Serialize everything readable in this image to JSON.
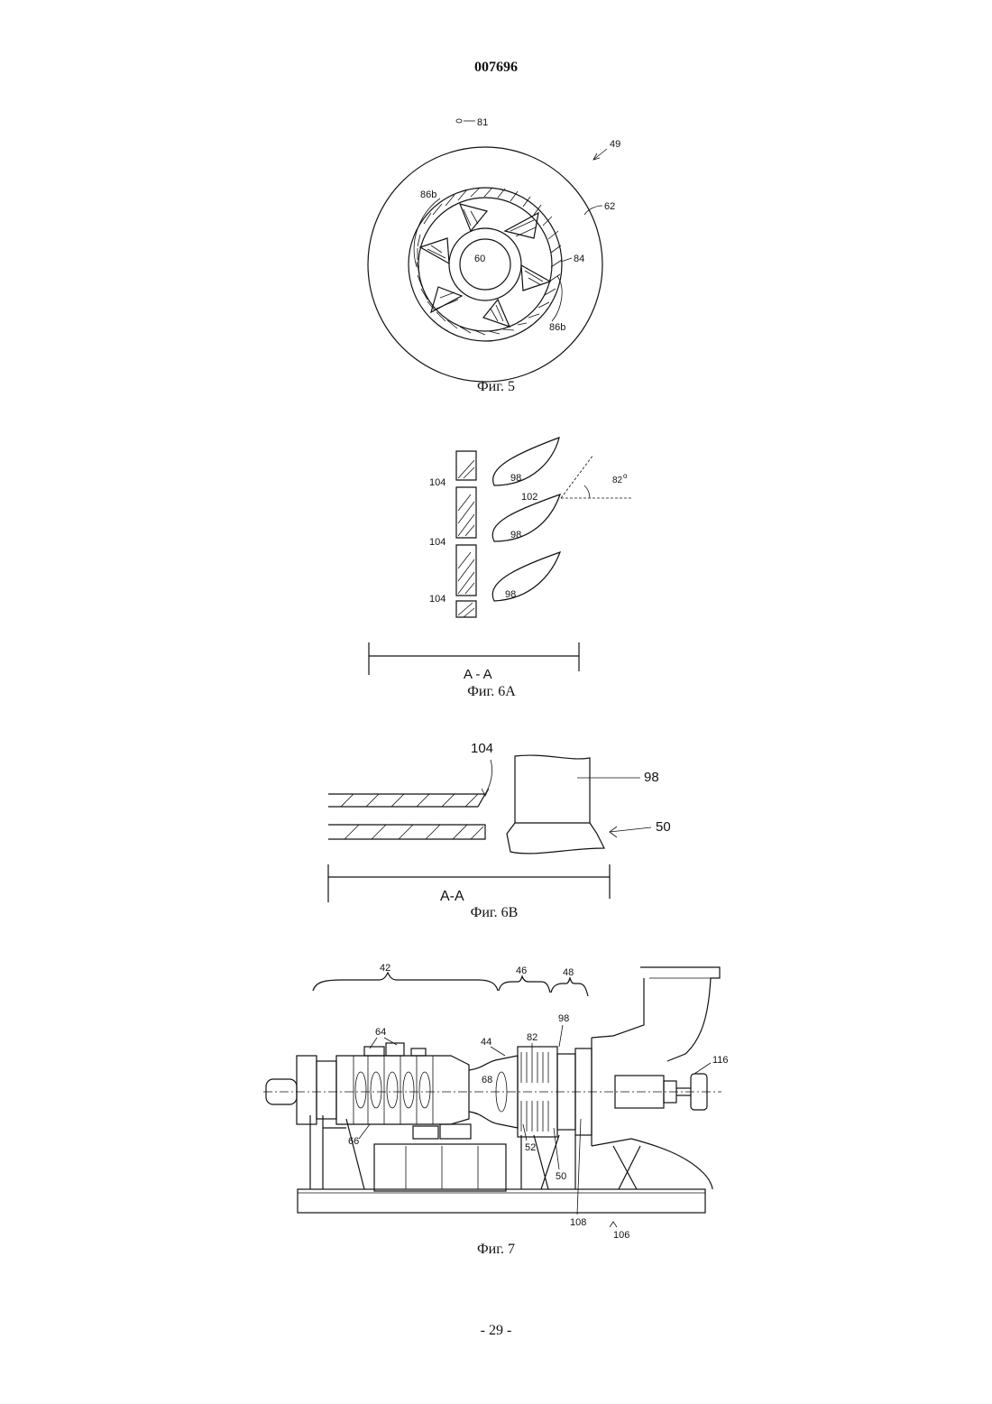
{
  "header": {
    "doc_number": "007696"
  },
  "fig5": {
    "caption": "Фиг. 5",
    "labels": {
      "l81": "81",
      "l49": "49",
      "l62": "62",
      "l86b_top": "86b",
      "l86b_bottom": "86b",
      "l60": "60",
      "l84": "84"
    }
  },
  "fig6a": {
    "caption": "Фиг. 6A",
    "section": "A - A",
    "labels": {
      "l98a": "98",
      "l98b": "98",
      "l98c": "98",
      "l102": "102",
      "l104a": "104",
      "l104b": "104",
      "l104c": "104",
      "angle": "82",
      "angle_unit": "o"
    }
  },
  "fig6b": {
    "caption": "Фиг. 6B",
    "section": "A-A",
    "labels": {
      "l104": "104",
      "l98": "98",
      "l50": "50"
    }
  },
  "fig7": {
    "caption": "Фиг. 7",
    "labels": {
      "l42": "42",
      "l46": "46",
      "l48": "48",
      "l64": "64",
      "l44": "44",
      "l82": "82",
      "l98": "98",
      "l116": "116",
      "l68": "68",
      "l66": "66",
      "l52": "52",
      "l50": "50",
      "l108": "108",
      "l106": "106"
    }
  },
  "footer": {
    "page": "- 29 -"
  }
}
